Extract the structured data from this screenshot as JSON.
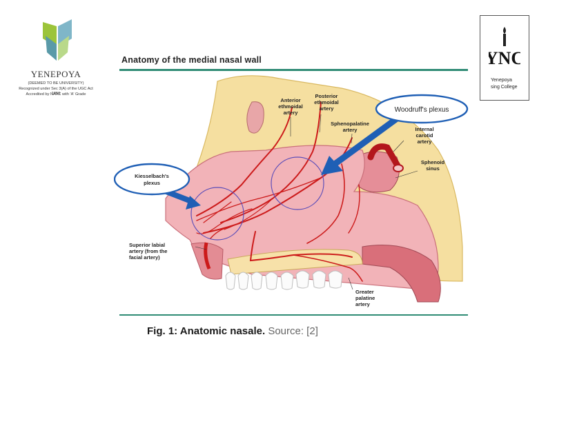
{
  "left_logo": {
    "name": "YENEPOYA",
    "line1": "(DEEMED TO BE UNIVERSITY)",
    "line2": "Recognized under Sec 3(A) of the UGC Act 1956",
    "line3": "Accredited by NAAC with 'A' Grade"
  },
  "right_logo": {
    "emblem": "YNC",
    "line1": "Yenepoya",
    "line2": "sing College"
  },
  "figure": {
    "title": "Anatomy of the medial nasal wall",
    "labels": {
      "anterior": [
        "Anterior",
        "ethmoidal",
        "artery"
      ],
      "posterior": [
        "Posterior",
        "ethmoidal",
        "artery"
      ],
      "sphenopalatine": [
        "Sphenopalatine",
        "artery"
      ],
      "internal_carotid": [
        "Internal",
        "carotid",
        "artery"
      ],
      "sphenoid": [
        "Sphenoid",
        "sinus"
      ],
      "superior_labial": [
        "Superior labial",
        "artery (from the",
        "facial artery)"
      ],
      "greater_palatine": [
        "Greater",
        "palatine",
        "artery"
      ]
    },
    "callouts": {
      "kiesselbach": [
        "Kiesselbach's",
        "plexus"
      ],
      "woodruff": "Woodruff's plexus"
    }
  },
  "caption": {
    "bold": "Fig. 1: Anatomic nasale.",
    "source": " Source: [2]"
  },
  "colors": {
    "rule": "#2e8b74",
    "artery": "#cc1a1a",
    "arrow": "#1f5fb5",
    "mucosa": "#f2b3b8",
    "bone": "#f5dfa0"
  }
}
